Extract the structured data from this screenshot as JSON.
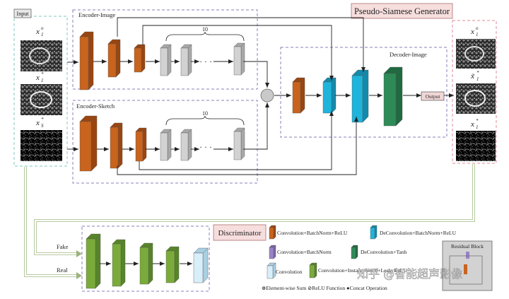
{
  "title": "Pseudo-Siamese Generator",
  "input_label": "Input",
  "output_label": "Output",
  "input_symbols": [
    "x",
    "x",
    "x"
  ],
  "input_sub": [
    "1",
    "1",
    "S"
  ],
  "input_sup": [
    "o",
    "*",
    "*"
  ],
  "output_symbols": [
    "x",
    "x̃",
    "x"
  ],
  "output_sub": [
    "1",
    "1",
    "1"
  ],
  "output_sup": [
    "o",
    "*",
    "*"
  ],
  "encoder_image_label": "Encoder-Image",
  "encoder_sketch_label": "Encoder-Sketch",
  "decoder_label": "Decoder-Image",
  "repeat_image": "10",
  "repeat_sketch": "10",
  "discriminator_label": "Discriminator",
  "fake_label": "Fake",
  "real_label": "Real",
  "legend": {
    "conv_bn_relu": "Convolution+BatchNorm+ReLU",
    "deconv_bn_relu": "DeConvolution+BatchNorm+ReLU",
    "conv_bn": "Convolution+BatchNorm",
    "deconv_tanh": "DeConvolution+Tanh",
    "conv": "Convolution",
    "conv_in_lrelu": "Convolution+InstanceNorm+LeakyReLU",
    "residual_block": "Residual Block",
    "ops": "⊕Element-wise Sum  ⊘ReLU Function  ●Concat Operation"
  },
  "watermark": "知乎 @智能超声影像",
  "colors": {
    "conv_bn_relu": "#c8641e",
    "conv_bn_relu_side": "#9a4510",
    "deconv_bn_relu": "#1eb4dc",
    "deconv_bn_relu_side": "#138aab",
    "conv_bn": "#9a82c8",
    "deconv_tanh": "#2e8b57",
    "deconv_tanh_side": "#1f6a40",
    "residual": "#d2d2d2",
    "residual_side": "#a8a8a8",
    "conv": "#d8eef8",
    "conv_side": "#a9cfe2",
    "conv_in_lrelu": "#7aab3a",
    "conv_in_lrelu_side": "#57842a",
    "title_bg": "#f7dede",
    "input_border": "#7fc8c0",
    "output_border": "#e08a9a",
    "dash_border": "#8a7fb8"
  }
}
